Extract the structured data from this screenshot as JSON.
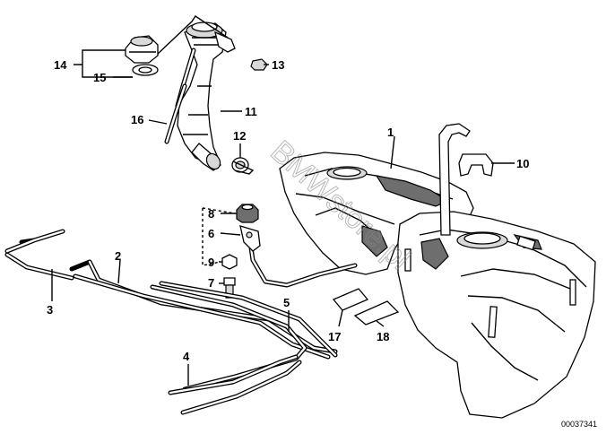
{
  "watermark": "BMWstore.pl",
  "diagram_id": "00037341",
  "callouts": {
    "c1": "1",
    "c2": "2",
    "c3": "3",
    "c4": "4",
    "c5": "5",
    "c6": "6",
    "c7": "7",
    "c8": "8",
    "c9": "9",
    "c10": "10",
    "c11": "11",
    "c12": "12",
    "c13": "13",
    "c14": "14",
    "c15": "15",
    "c16": "16",
    "c17": "17",
    "c18": "18"
  }
}
